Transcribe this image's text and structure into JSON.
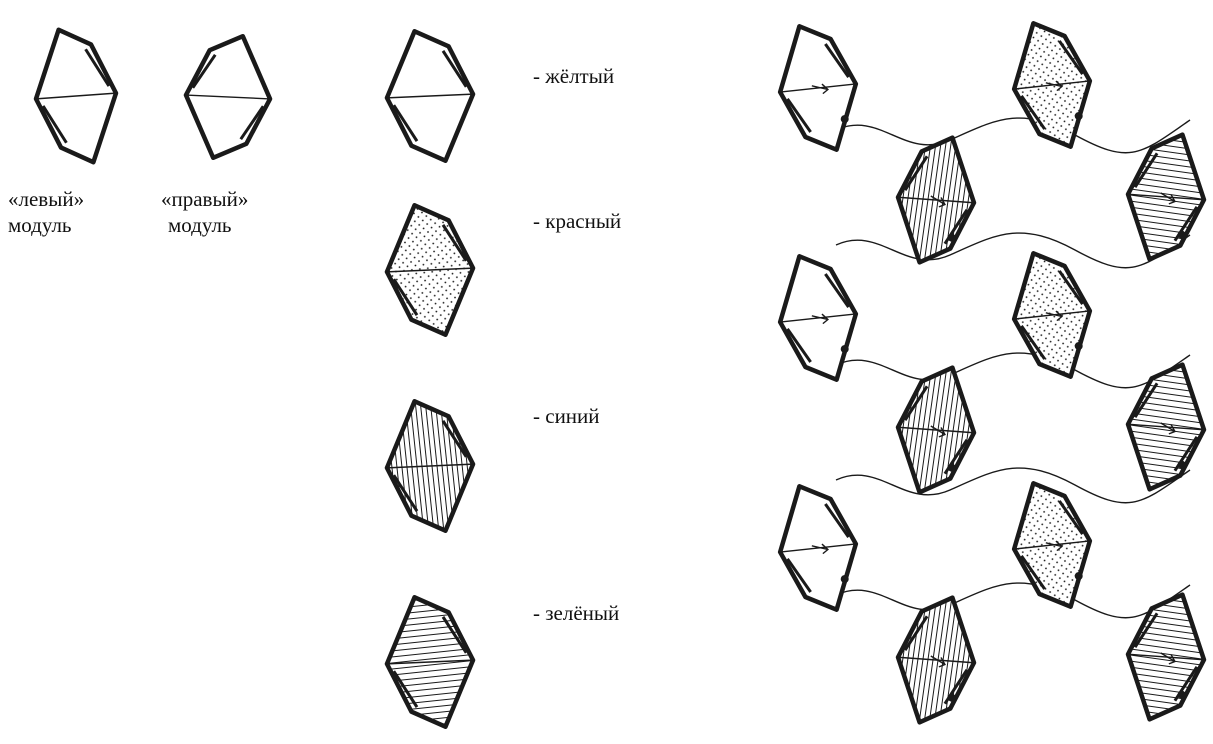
{
  "modules": {
    "left": {
      "line1": "«левый»",
      "line2": "модуль"
    },
    "right": {
      "line1": "«правый»",
      "line2": "модуль"
    }
  },
  "legend": [
    {
      "key": "yellow",
      "label": "- жёлтый",
      "fill": "blank"
    },
    {
      "key": "red",
      "label": "- красный",
      "fill": "dots"
    },
    {
      "key": "blue",
      "label": "- синий",
      "fill": "vertical-lines"
    },
    {
      "key": "green",
      "label": "- зелёный",
      "fill": "horizontal-lines"
    }
  ],
  "assembly": {
    "columns": [
      [
        "yellow",
        "yellow",
        "yellow"
      ],
      [
        "blue",
        "blue",
        "blue"
      ],
      [
        "red",
        "red",
        "red"
      ],
      [
        "green",
        "green",
        "green"
      ]
    ]
  },
  "colors": {
    "ink": "#1a1a1a",
    "paper": "#ffffff"
  }
}
